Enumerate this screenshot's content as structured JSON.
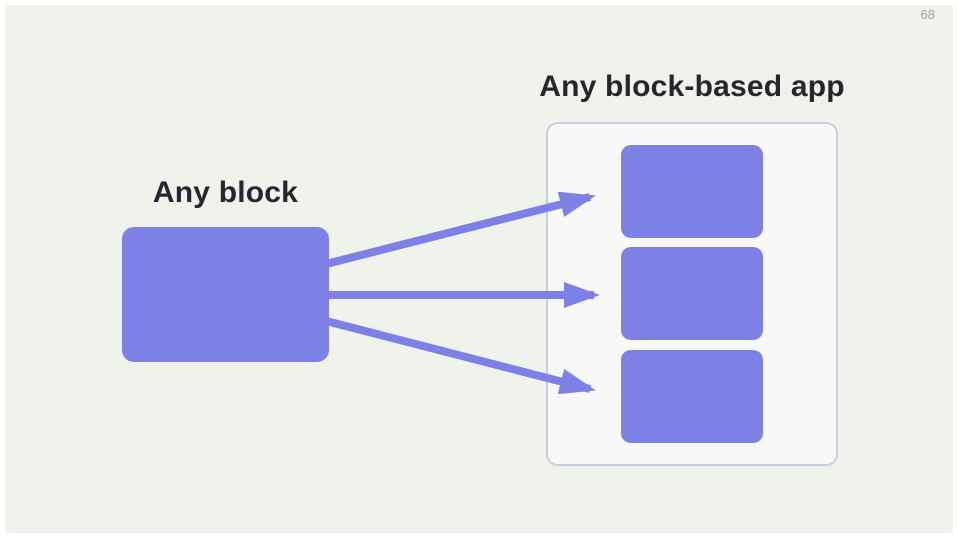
{
  "slide": {
    "page_number": "68",
    "background_color": "#f0f2ec",
    "frame_color": "#ffffff"
  },
  "diagram": {
    "source": {
      "label": "Any block",
      "block_color": "#7d80e5"
    },
    "target": {
      "label": "Any block-based app",
      "container_border_color": "#c9cde2",
      "container_fill": "rgba(255,255,255,0.5)",
      "block_color": "#7d80e5",
      "block_count": 3
    },
    "arrows": {
      "count": 3,
      "color": "#7d80e5",
      "meaning": "source block flows into each block slot of the app"
    }
  },
  "colors": {
    "accent_purple": "#7d80e5",
    "text_dark": "#26262e",
    "page_number_gray": "#9e9ea2"
  }
}
